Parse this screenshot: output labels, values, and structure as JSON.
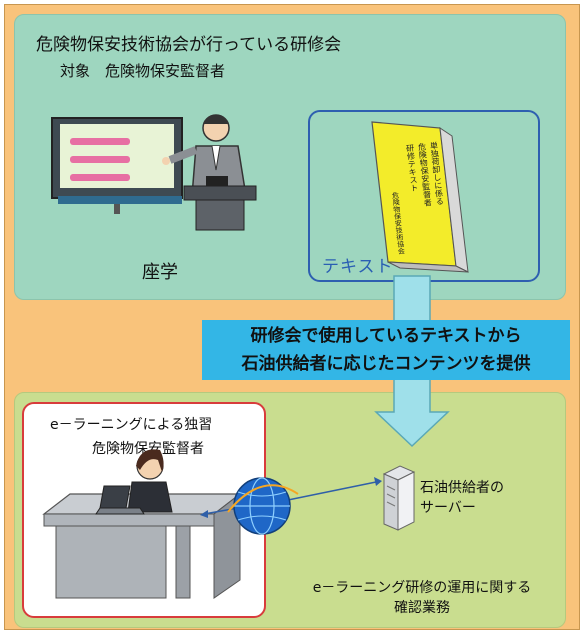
{
  "top": {
    "title": "危険物保安技術協会が行っている研修会",
    "subject": "対象　危険物保安監督者",
    "lecture_label": "座学",
    "text_label": "テキスト",
    "book_title_line1": "単独荷卸しに係る",
    "book_title_line2": "危険物保安監督者",
    "book_title_line3": "研修テキスト",
    "book_publisher": "危険物保安技術協会"
  },
  "banner": {
    "line1": "研修会で使用しているテキストから",
    "line2": "石油供給者に応じたコンテンツを提供"
  },
  "bottom": {
    "elearn_title": "e－ラーニングによる独習",
    "elearn_subject": "危険物保安監督者",
    "server_line1": "石油供給者の",
    "server_line2": "サーバー",
    "ops_line1": "e－ラーニング研修の運用に関する",
    "ops_line2": "確認業務"
  }
}
